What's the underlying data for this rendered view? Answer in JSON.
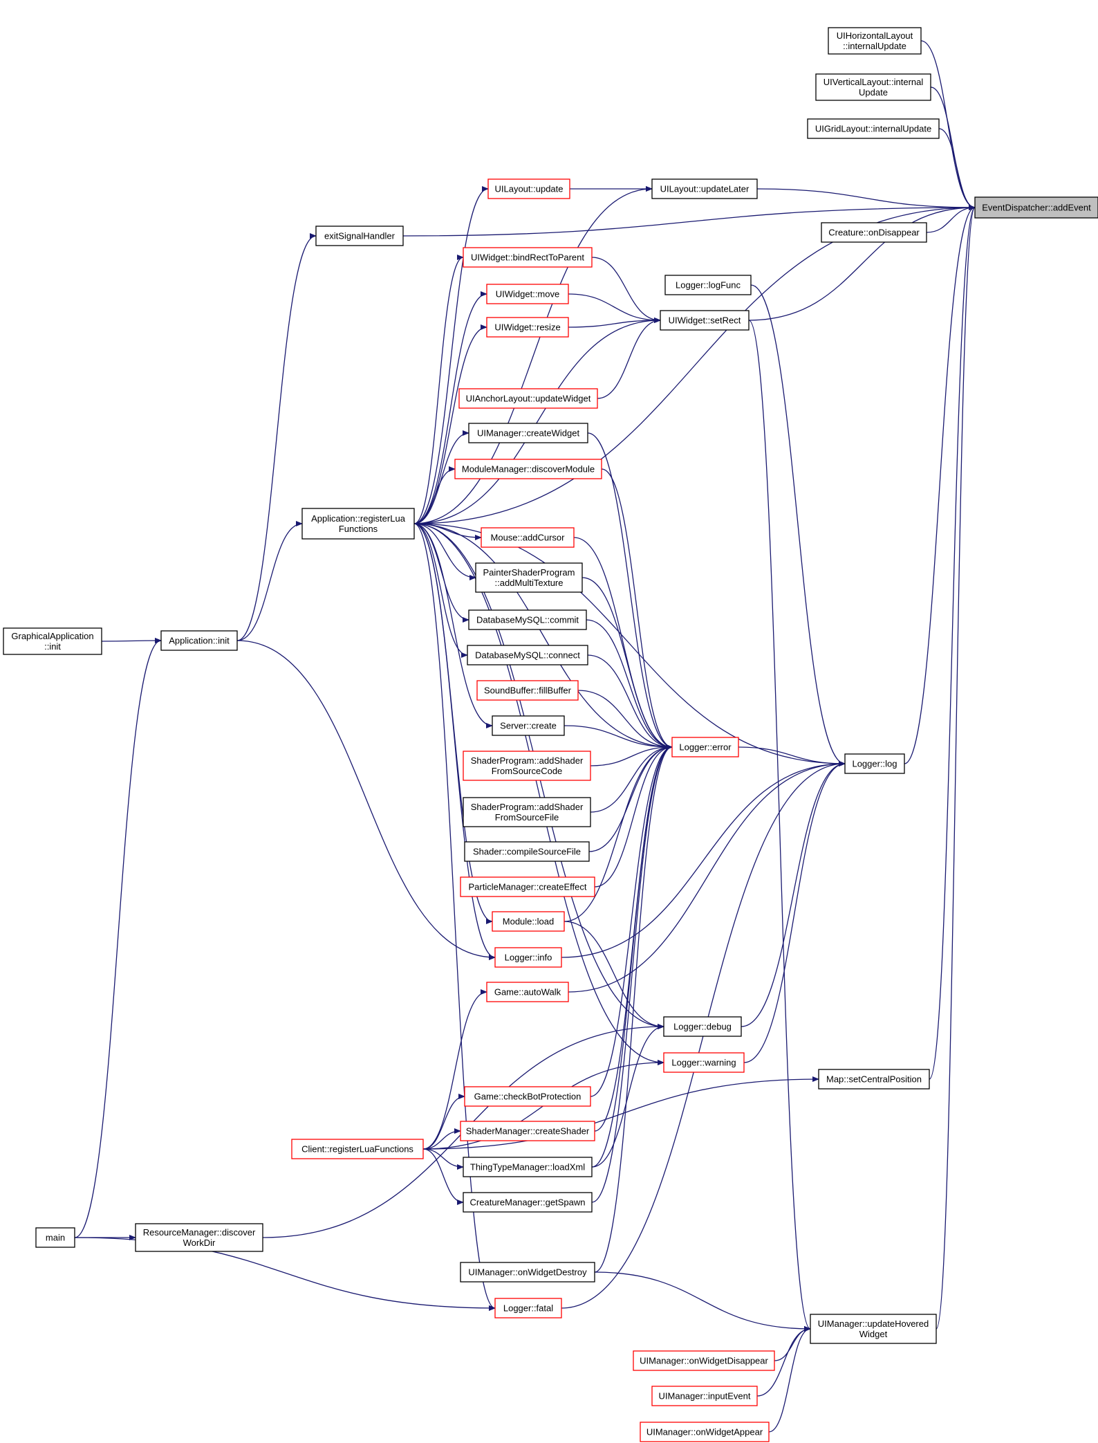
{
  "colors": {
    "edge": "#191970",
    "normal_border": "#000000",
    "truncated_border": "#ff0000",
    "root_fill": "#bfbfbf",
    "node_fill": "#ffffff"
  },
  "nodes": {
    "eventdispatcher_addevent": {
      "lines": [
        "EventDispatcher::addEvent"
      ],
      "kind": "root"
    },
    "uihorizontallayout_internalupdate": {
      "lines": [
        "UIHorizontalLayout",
        "::internalUpdate"
      ],
      "kind": "normal"
    },
    "uiverticallayout_internalupdate": {
      "lines": [
        "UIVerticalLayout::internal",
        "Update"
      ],
      "kind": "normal"
    },
    "uigridlayout_internalupdate": {
      "lines": [
        "UIGridLayout::internalUpdate"
      ],
      "kind": "normal"
    },
    "uilayout_update": {
      "lines": [
        "UILayout::update"
      ],
      "kind": "truncated"
    },
    "uilayout_updatelater": {
      "lines": [
        "UILayout::updateLater"
      ],
      "kind": "normal"
    },
    "creature_ondisappear": {
      "lines": [
        "Creature::onDisappear"
      ],
      "kind": "normal"
    },
    "exitsignalhandler": {
      "lines": [
        "exitSignalHandler"
      ],
      "kind": "normal"
    },
    "uiwidget_bindrecttoparent": {
      "lines": [
        "UIWidget::bindRectToParent"
      ],
      "kind": "truncated"
    },
    "logger_logfunc": {
      "lines": [
        "Logger::logFunc"
      ],
      "kind": "normal"
    },
    "uiwidget_move": {
      "lines": [
        "UIWidget::move"
      ],
      "kind": "truncated"
    },
    "uiwidget_setrect": {
      "lines": [
        "UIWidget::setRect"
      ],
      "kind": "normal"
    },
    "uiwidget_resize": {
      "lines": [
        "UIWidget::resize"
      ],
      "kind": "truncated"
    },
    "uianchorlayout_updatewidget": {
      "lines": [
        "UIAnchorLayout::updateWidget"
      ],
      "kind": "truncated"
    },
    "uimanager_createwidget": {
      "lines": [
        "UIManager::createWidget"
      ],
      "kind": "normal"
    },
    "modulemanager_discovermodule": {
      "lines": [
        "ModuleManager::discoverModule"
      ],
      "kind": "truncated"
    },
    "application_registerluafunctions": {
      "lines": [
        "Application::registerLua",
        "Functions"
      ],
      "kind": "normal"
    },
    "mouse_addcursor": {
      "lines": [
        "Mouse::addCursor"
      ],
      "kind": "truncated"
    },
    "paintershaderprogram_addmultitexture": {
      "lines": [
        "PainterShaderProgram",
        "::addMultiTexture"
      ],
      "kind": "normal"
    },
    "graphicalapplication_init": {
      "lines": [
        "GraphicalApplication",
        "::init"
      ],
      "kind": "normal"
    },
    "application_init": {
      "lines": [
        "Application::init"
      ],
      "kind": "normal"
    },
    "databasemysql_commit": {
      "lines": [
        "DatabaseMySQL::commit"
      ],
      "kind": "normal"
    },
    "databasemysql_connect": {
      "lines": [
        "DatabaseMySQL::connect"
      ],
      "kind": "normal"
    },
    "soundbuffer_fillbuffer": {
      "lines": [
        "SoundBuffer::fillBuffer"
      ],
      "kind": "truncated"
    },
    "server_create": {
      "lines": [
        "Server::create"
      ],
      "kind": "normal"
    },
    "logger_error": {
      "lines": [
        "Logger::error"
      ],
      "kind": "truncated"
    },
    "logger_log": {
      "lines": [
        "Logger::log"
      ],
      "kind": "normal"
    },
    "shaderprogram_addshaderfromsourcecode": {
      "lines": [
        "ShaderProgram::addShader",
        "FromSourceCode"
      ],
      "kind": "truncated"
    },
    "shaderprogram_addshaderfromsourcefile": {
      "lines": [
        "ShaderProgram::addShader",
        "FromSourceFile"
      ],
      "kind": "normal"
    },
    "shader_compilesourcefile": {
      "lines": [
        "Shader::compileSourceFile"
      ],
      "kind": "normal"
    },
    "particlemanager_createeffect": {
      "lines": [
        "ParticleManager::createEffect"
      ],
      "kind": "truncated"
    },
    "module_load": {
      "lines": [
        "Module::load"
      ],
      "kind": "truncated"
    },
    "logger_info": {
      "lines": [
        "Logger::info"
      ],
      "kind": "truncated"
    },
    "game_autowalk": {
      "lines": [
        "Game::autoWalk"
      ],
      "kind": "truncated"
    },
    "logger_debug": {
      "lines": [
        "Logger::debug"
      ],
      "kind": "normal"
    },
    "logger_warning": {
      "lines": [
        "Logger::warning"
      ],
      "kind": "truncated"
    },
    "map_setcentralposition": {
      "lines": [
        "Map::setCentralPosition"
      ],
      "kind": "normal"
    },
    "game_checkbotprotection": {
      "lines": [
        "Game::checkBotProtection"
      ],
      "kind": "truncated"
    },
    "shadermanager_createshader": {
      "lines": [
        "ShaderManager::createShader"
      ],
      "kind": "truncated"
    },
    "client_registerluafunctions": {
      "lines": [
        "Client::registerLuaFunctions"
      ],
      "kind": "truncated"
    },
    "thingtypemanager_loadxml": {
      "lines": [
        "ThingTypeManager::loadXml"
      ],
      "kind": "normal"
    },
    "creaturemanager_getspawn": {
      "lines": [
        "CreatureManager::getSpawn"
      ],
      "kind": "normal"
    },
    "main": {
      "lines": [
        "main"
      ],
      "kind": "normal"
    },
    "resourcemanager_discoverworkdir": {
      "lines": [
        "ResourceManager::discover",
        "WorkDir"
      ],
      "kind": "normal"
    },
    "uimanager_onwidgetdestroy": {
      "lines": [
        "UIManager::onWidgetDestroy"
      ],
      "kind": "normal"
    },
    "logger_fatal": {
      "lines": [
        "Logger::fatal"
      ],
      "kind": "truncated"
    },
    "uimanager_updatehoveredwidget": {
      "lines": [
        "UIManager::updateHovered",
        "Widget"
      ],
      "kind": "normal"
    },
    "uimanager_onwidgetdisappear": {
      "lines": [
        "UIManager::onWidgetDisappear"
      ],
      "kind": "truncated"
    },
    "uimanager_inputevent": {
      "lines": [
        "UIManager::inputEvent"
      ],
      "kind": "truncated"
    },
    "uimanager_onwidgetappear": {
      "lines": [
        "UIManager::onWidgetAppear"
      ],
      "kind": "truncated"
    }
  },
  "edges": [
    [
      "uihorizontallayout_internalupdate",
      "eventdispatcher_addevent"
    ],
    [
      "uiverticallayout_internalupdate",
      "eventdispatcher_addevent"
    ],
    [
      "uigridlayout_internalupdate",
      "eventdispatcher_addevent"
    ],
    [
      "uilayout_updatelater",
      "eventdispatcher_addevent"
    ],
    [
      "creature_ondisappear",
      "eventdispatcher_addevent"
    ],
    [
      "uiwidget_setrect",
      "eventdispatcher_addevent"
    ],
    [
      "exitsignalhandler",
      "eventdispatcher_addevent"
    ],
    [
      "application_registerluafunctions",
      "eventdispatcher_addevent"
    ],
    [
      "logger_log",
      "eventdispatcher_addevent"
    ],
    [
      "map_setcentralposition",
      "eventdispatcher_addevent"
    ],
    [
      "uimanager_updatehoveredwidget",
      "eventdispatcher_addevent"
    ],
    [
      "uilayout_update",
      "uilayout_updatelater"
    ],
    [
      "application_registerluafunctions",
      "uilayout_updatelater"
    ],
    [
      "application_registerluafunctions",
      "uilayout_update"
    ],
    [
      "uiwidget_bindrecttoparent",
      "uiwidget_setrect"
    ],
    [
      "uiwidget_move",
      "uiwidget_setrect"
    ],
    [
      "uiwidget_resize",
      "uiwidget_setrect"
    ],
    [
      "uianchorlayout_updatewidget",
      "uiwidget_setrect"
    ],
    [
      "application_registerluafunctions",
      "uiwidget_setrect"
    ],
    [
      "application_registerluafunctions",
      "uiwidget_bindrecttoparent"
    ],
    [
      "application_registerluafunctions",
      "uiwidget_move"
    ],
    [
      "application_registerluafunctions",
      "uiwidget_resize"
    ],
    [
      "application_registerluafunctions",
      "uimanager_createwidget"
    ],
    [
      "application_registerluafunctions",
      "modulemanager_discovermodule"
    ],
    [
      "application_registerluafunctions",
      "mouse_addcursor"
    ],
    [
      "application_registerluafunctions",
      "paintershaderprogram_addmultitexture"
    ],
    [
      "application_registerluafunctions",
      "databasemysql_commit"
    ],
    [
      "application_registerluafunctions",
      "databasemysql_connect"
    ],
    [
      "application_registerluafunctions",
      "server_create"
    ],
    [
      "application_registerluafunctions",
      "module_load"
    ],
    [
      "application_registerluafunctions",
      "logger_info"
    ],
    [
      "application_registerluafunctions",
      "logger_error"
    ],
    [
      "application_registerluafunctions",
      "logger_log"
    ],
    [
      "application_registerluafunctions",
      "logger_debug"
    ],
    [
      "application_registerluafunctions",
      "logger_warning"
    ],
    [
      "application_registerluafunctions",
      "logger_fatal"
    ],
    [
      "application_init",
      "application_registerluafunctions"
    ],
    [
      "application_init",
      "exitsignalhandler"
    ],
    [
      "application_init",
      "logger_info"
    ],
    [
      "graphicalapplication_init",
      "application_init"
    ],
    [
      "main",
      "application_init"
    ],
    [
      "main",
      "resourcemanager_discoverworkdir"
    ],
    [
      "main",
      "logger_fatal"
    ],
    [
      "logger_logfunc",
      "logger_log"
    ],
    [
      "logger_error",
      "logger_log"
    ],
    [
      "logger_info",
      "logger_log"
    ],
    [
      "logger_debug",
      "logger_log"
    ],
    [
      "logger_warning",
      "logger_log"
    ],
    [
      "logger_fatal",
      "logger_log"
    ],
    [
      "uimanager_createwidget",
      "logger_error"
    ],
    [
      "modulemanager_discovermodule",
      "logger_error"
    ],
    [
      "mouse_addcursor",
      "logger_error"
    ],
    [
      "paintershaderprogram_addmultitexture",
      "logger_error"
    ],
    [
      "databasemysql_commit",
      "logger_error"
    ],
    [
      "databasemysql_connect",
      "logger_error"
    ],
    [
      "soundbuffer_fillbuffer",
      "logger_error"
    ],
    [
      "server_create",
      "logger_error"
    ],
    [
      "shaderprogram_addshaderfromsourcecode",
      "logger_error"
    ],
    [
      "shaderprogram_addshaderfromsourcefile",
      "logger_error"
    ],
    [
      "shader_compilesourcefile",
      "logger_error"
    ],
    [
      "particlemanager_createeffect",
      "logger_error"
    ],
    [
      "module_load",
      "logger_error"
    ],
    [
      "game_checkbotprotection",
      "logger_error"
    ],
    [
      "shadermanager_createshader",
      "logger_error"
    ],
    [
      "thingtypemanager_loadxml",
      "logger_error"
    ],
    [
      "creaturemanager_getspawn",
      "logger_error"
    ],
    [
      "uimanager_onwidgetdestroy",
      "logger_error"
    ],
    [
      "module_load",
      "logger_debug"
    ],
    [
      "thingtypemanager_loadxml",
      "logger_debug"
    ],
    [
      "resourcemanager_discoverworkdir",
      "logger_debug"
    ],
    [
      "game_autowalk",
      "logger_log"
    ],
    [
      "client_registerluafunctions",
      "game_autowalk"
    ],
    [
      "client_registerluafunctions",
      "game_checkbotprotection"
    ],
    [
      "client_registerluafunctions",
      "shadermanager_createshader"
    ],
    [
      "client_registerluafunctions",
      "thingtypemanager_loadxml"
    ],
    [
      "client_registerluafunctions",
      "creaturemanager_getspawn"
    ],
    [
      "client_registerluafunctions",
      "map_setcentralposition"
    ],
    [
      "client_registerluafunctions",
      "logger_warning"
    ],
    [
      "uimanager_onwidgetdestroy",
      "uimanager_updatehoveredwidget"
    ],
    [
      "uimanager_onwidgetdisappear",
      "uimanager_updatehoveredwidget"
    ],
    [
      "uimanager_inputevent",
      "uimanager_updatehoveredwidget"
    ],
    [
      "uimanager_onwidgetappear",
      "uimanager_updatehoveredwidget"
    ],
    [
      "uiwidget_setrect",
      "uimanager_updatehoveredwidget"
    ]
  ]
}
